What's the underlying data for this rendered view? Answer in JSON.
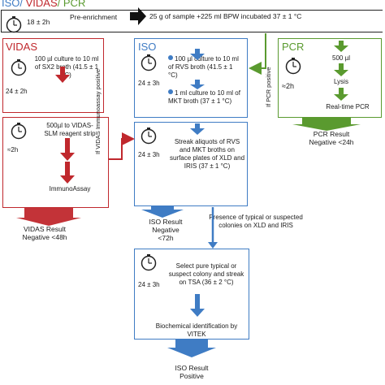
{
  "header": {
    "iso": "ISO",
    "sep1": "/ ",
    "vidas": "VIDAS",
    "sep2": "/ ",
    "pcr": "PCR",
    "time": "18 ± 2h",
    "step_label": "Pre-enrichment",
    "step_detail": "25 g of sample +225 ml BPW  incubated 37 ± 1 °C"
  },
  "vidas": {
    "title": "VIDAS",
    "box1_text": "100 µl culture to 10 ml of SX2 broth (41.5 ± 1 °C)",
    "box1_time": "24 ± 2h",
    "box2_time": "≈2h",
    "box2_step1": "500µl to VIDAS-SLM reagent strip",
    "box2_step2": "ImmunoAssay",
    "result": "VIDAS Result Negative <48h"
  },
  "iso": {
    "title": "ISO",
    "box1_time": "24 ± 3h",
    "box1_item1": "100 µl culture to 10 ml of RVS broth (41.5 ± 1 °C)",
    "box1_item2": "1 ml culture to 10 ml of MKT broth (37 ± 1 °C)",
    "box2_time": "24 ± 3h",
    "box2_text": "Streak aliquots of RVS and MKT broths on surface plates of XLD and IRIS (37 ± 1 °C)",
    "result_neg": "ISO Result Negative <72h",
    "presence_note": "Presence of typical or suspected colonies on XLD and IRIS",
    "box3_time": "24 ± 3h",
    "box3_text": "Select pure typical or suspect colony and streak on TSA (36 ± 2 °C)",
    "box3_step2": "Biochemical identification by VITEK",
    "result_pos": "ISO Result Positive"
  },
  "pcr": {
    "title": "PCR",
    "time": "≈2h",
    "step1": "500 µl",
    "step2": "Lysis",
    "step3": "Real-time PCR",
    "result": "PCR Result Negative <24h"
  },
  "links": {
    "vidas_positive": "If VIDAS Immunoassay positive",
    "pcr_positive": "If PCR positive"
  },
  "colors": {
    "iso": "#3f7cc4",
    "vidas": "#c0282d",
    "pcr": "#5a9a2f",
    "black": "#111111"
  }
}
